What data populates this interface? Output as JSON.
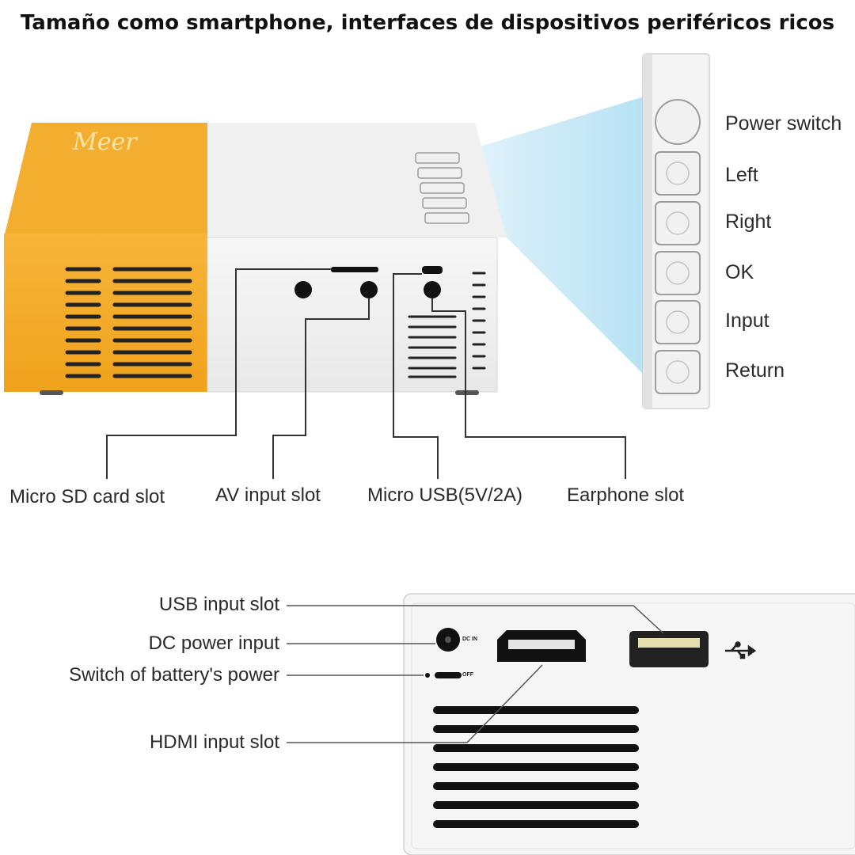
{
  "title": "Tamaño como smartphone, interfaces de dispositivos periféricos ricos",
  "device": {
    "brand_logo": "Meer"
  },
  "side_panel": {
    "buttons": [
      {
        "label": "Power switch",
        "icon": "power-button"
      },
      {
        "label": "Left",
        "icon": "left-arrow-icon"
      },
      {
        "label": "Right",
        "icon": "right-arrow-icon"
      },
      {
        "label": "OK",
        "icon": "ok-icon"
      },
      {
        "label": "Input",
        "icon": "input-icon"
      },
      {
        "label": "Return",
        "icon": "return-icon"
      }
    ]
  },
  "top_ports": {
    "labels": [
      "Micro SD card slot",
      "AV input slot",
      "Micro USB(5V/2A)",
      "Earphone slot"
    ]
  },
  "back_ports": {
    "labels": [
      "USB input slot",
      "DC power input",
      "Switch of battery's power",
      "HDMI input slot"
    ],
    "markings": {
      "dc": "DC IN",
      "off": "OFF"
    }
  },
  "colors": {
    "orange": "#F5A623",
    "body_white": "#F2F2F2",
    "beam": "#BFE6F5"
  }
}
